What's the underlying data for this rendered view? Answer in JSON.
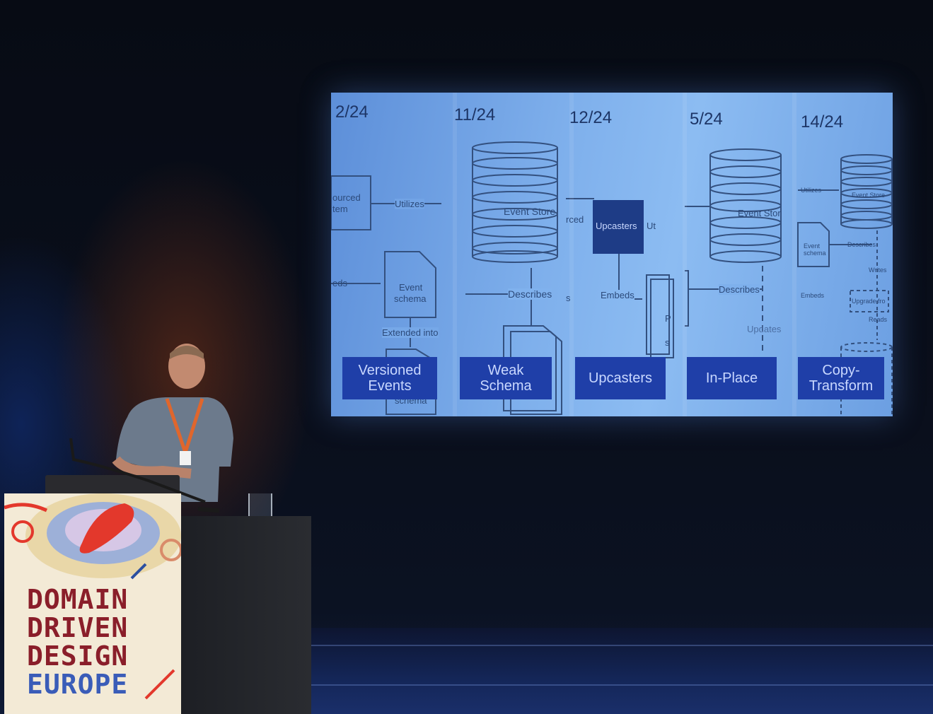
{
  "slide": {
    "slide_numbers": [
      "2/24",
      "11/24",
      "12/24",
      "5/24",
      "14/24"
    ],
    "panels": [
      {
        "label": "Versioned\nEvents",
        "texts": [
          "ourced",
          "tem",
          "Utilizes",
          "eds",
          "Event",
          "schema",
          "Extended into",
          "schema"
        ]
      },
      {
        "label": "Weak\nSchema",
        "texts": [
          "Event Store",
          "Describes"
        ]
      },
      {
        "label": "Upcasters",
        "texts": [
          "rced",
          "Upcasters",
          "Ut",
          "Embeds",
          "s",
          "P",
          "s"
        ]
      },
      {
        "label": "In-Place",
        "texts": [
          "Event Stor",
          "Describes",
          "Updates"
        ]
      },
      {
        "label": "Copy-\nTransform",
        "texts": [
          "Utilizes",
          "Event Store",
          "Event",
          "schema",
          "Describes",
          "Embeds",
          "Writes",
          "Upgrade fro",
          "Reads"
        ]
      }
    ],
    "colors": {
      "screen": "#7fb0ec",
      "label_bg": "#1f3fa8",
      "label_text": "#c9d8ff",
      "lines": "#2a4a80"
    }
  },
  "podium": {
    "words": [
      "DOMAIN",
      "DRIVEN",
      "DESIGN",
      "EUROPE"
    ]
  }
}
